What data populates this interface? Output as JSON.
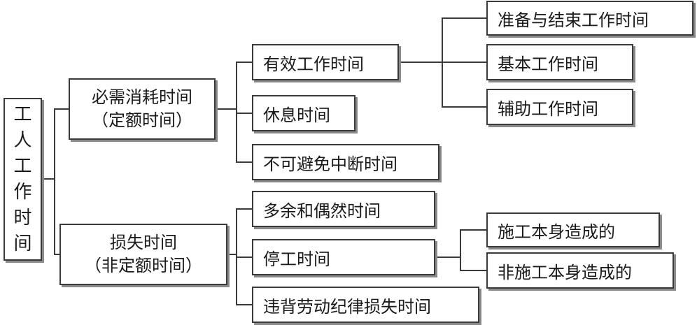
{
  "root": "工人工作时间",
  "branches": [
    {
      "label": "必需消耗时间",
      "sublabel": "（定额时间）",
      "children": [
        {
          "label": "有效工作时间",
          "children": [
            "准备与结束工作时间",
            "基本工作时间",
            "辅助工作时间"
          ]
        },
        {
          "label": "休息时间"
        },
        {
          "label": "不可避免中断时间"
        }
      ]
    },
    {
      "label": "损失时间",
      "sublabel": "（非定额时间）",
      "children": [
        {
          "label": "多余和偶然时间"
        },
        {
          "label": "停工时间",
          "children": [
            "施工本身造成的",
            "非施工本身造成的"
          ]
        },
        {
          "label": "违背劳动纪律损失时间"
        }
      ]
    }
  ],
  "colors": {
    "line": "#3a3a3a",
    "shadow": "#8a8a8a"
  }
}
